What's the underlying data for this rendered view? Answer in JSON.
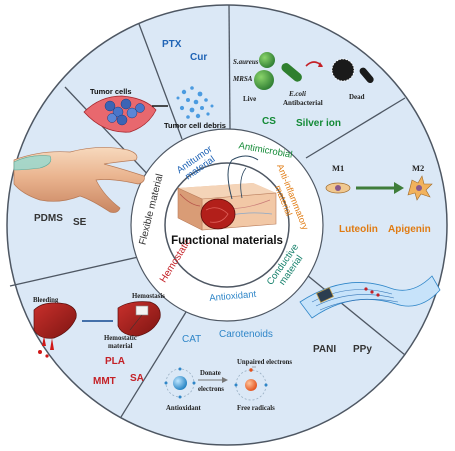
{
  "center": {
    "title": "Functional materials"
  },
  "ring": {
    "antitumor": [
      "Antitumor",
      "material"
    ],
    "antimicrobial": "Antimicrobial",
    "anti_inflammatory": [
      "Anti-inflammatory",
      "material"
    ],
    "conductive": [
      "Conductive",
      "material"
    ],
    "antioxidant": "Antioxidant",
    "hemostatic": "Hemostatic",
    "flexible": "Flexible material"
  },
  "sectors": {
    "antitumor": {
      "materials": [
        "PTX",
        "Cur"
      ],
      "labels": {
        "cells": "Tumor cells",
        "debris": "Tumor cell debris"
      }
    },
    "antimicrobial": {
      "materials": [
        "CS",
        "Silver ion"
      ],
      "labels": {
        "s_aureus": "S.aureus",
        "mrsa": "MRSA",
        "e_coli": "E.coli",
        "live": "Live",
        "antibacterial": "Antibacterial",
        "dead": "Dead"
      }
    },
    "anti_inflammatory": {
      "materials": [
        "Luteolin",
        "Apigenin"
      ],
      "labels": {
        "m1": "M1",
        "m2": "M2"
      }
    },
    "conductive": {
      "materials": [
        "PANI",
        "PPy"
      ]
    },
    "antioxidant": {
      "materials": [
        "CAT",
        "Carotenoids"
      ],
      "labels": {
        "unpaired": "Unpaired electrons",
        "donate_1": "Donate",
        "donate_2": "electrons",
        "antioxidant": "Antioxidant",
        "free_radicals": "Free radicals"
      }
    },
    "hemostatic": {
      "materials": [
        "PLA",
        "MMT",
        "SA"
      ],
      "labels": {
        "bleeding": "Bleeding",
        "hemostasis": "Hemostasis",
        "material_1": "Hemostatic",
        "material_2": "material"
      }
    },
    "flexible": {
      "materials": [
        "PDMS",
        "SE"
      ]
    }
  },
  "colors": {
    "disc": "#dbe8f6",
    "ring": "#ffffff",
    "divider": "#4e5763",
    "antitumor": "#1f63b5",
    "antimicrobial": "#138a36",
    "anti_inflammatory": "#e07b12",
    "conductive": "#15806b",
    "antioxidant": "#2f86c8",
    "hemostatic": "#c42127",
    "flexible": "#333333",
    "material_dark": "#333333"
  }
}
